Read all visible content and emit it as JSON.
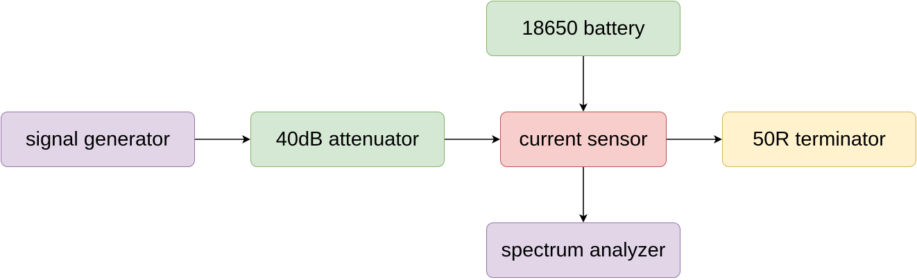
{
  "nodes": {
    "signal_generator": "signal generator",
    "attenuator": "40dB attenuator",
    "battery": "18650 battery",
    "current_sensor": "current sensor",
    "terminator": "50R terminator",
    "spectrum_analyzer": "spectrum analyzer"
  },
  "edges": [
    {
      "from": "signal_generator",
      "to": "attenuator"
    },
    {
      "from": "attenuator",
      "to": "current_sensor"
    },
    {
      "from": "battery",
      "to": "current_sensor"
    },
    {
      "from": "current_sensor",
      "to": "terminator"
    },
    {
      "from": "current_sensor",
      "to": "spectrum_analyzer"
    }
  ],
  "colors": {
    "purple_fill": "#e1d5e7",
    "purple_stroke": "#9673a6",
    "green_fill": "#d5e8d4",
    "green_stroke": "#82b366",
    "red_fill": "#f8cecc",
    "red_stroke": "#b85450",
    "yellow_fill": "#fff2cc",
    "yellow_stroke": "#d6b656",
    "edge": "#000000"
  }
}
